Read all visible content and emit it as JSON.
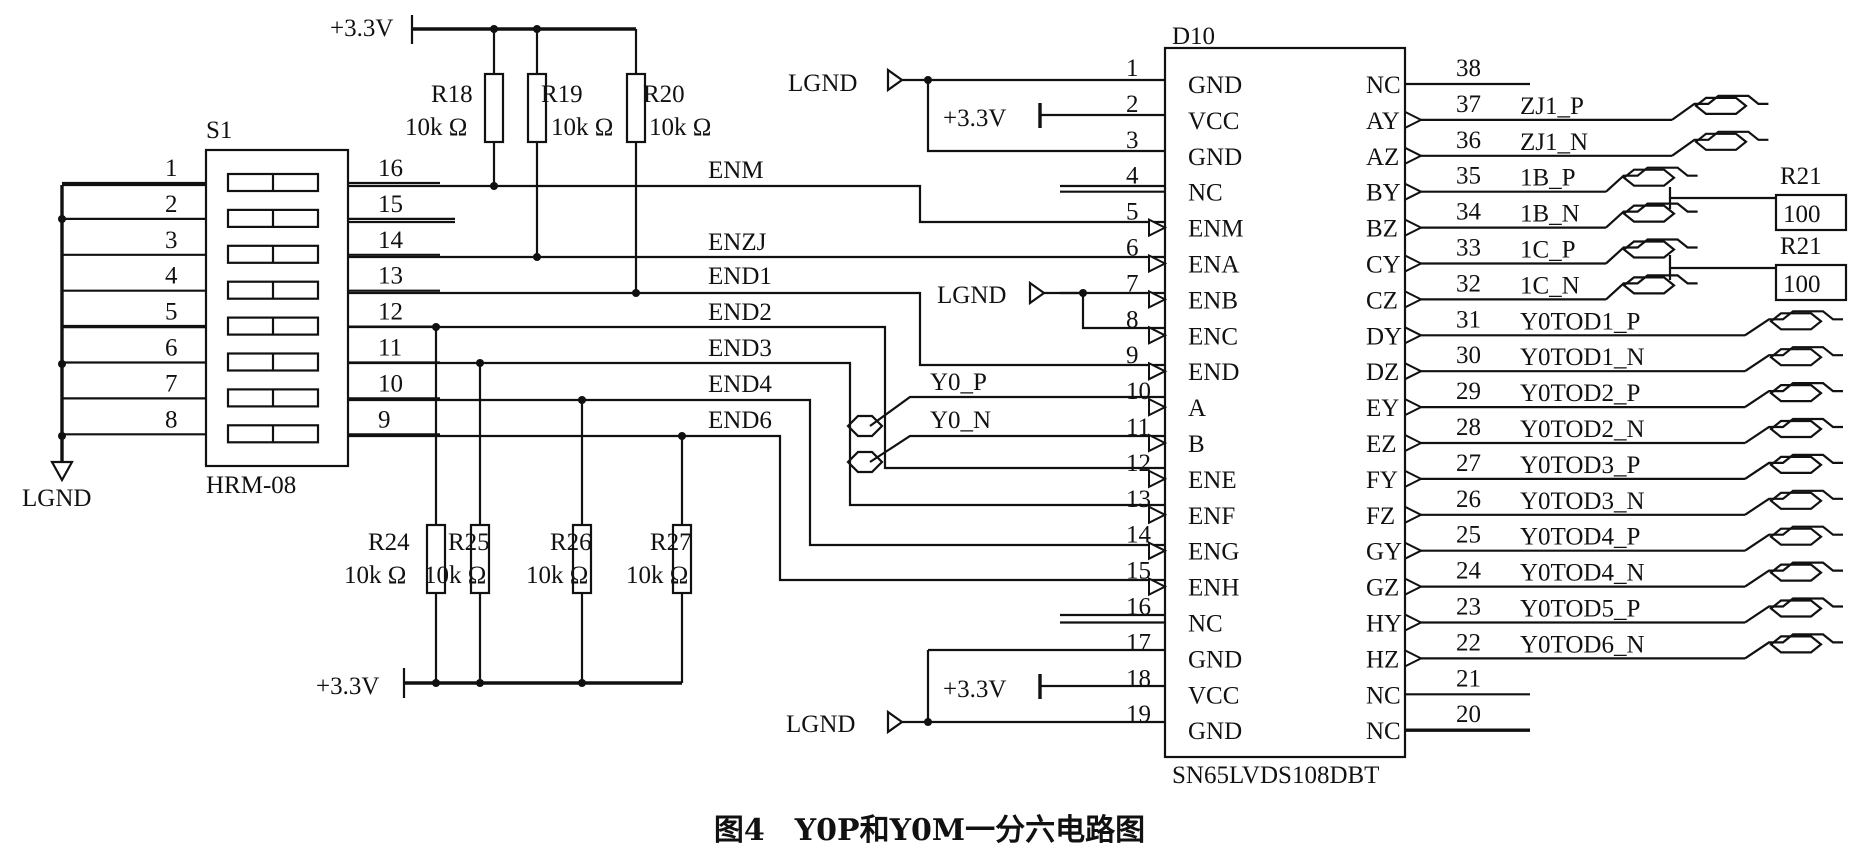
{
  "caption": "图4　Y0P和Y0M一分六电路图",
  "ground_label": "LGND",
  "supply_label": "+3.3V",
  "switch": {
    "ref": "S1",
    "part": "HRM-08",
    "corner_mark": "1",
    "left_pins": [
      "1",
      "2",
      "3",
      "4",
      "5",
      "6",
      "7",
      "8"
    ],
    "right_pins": [
      "16",
      "15",
      "14",
      "13",
      "12",
      "11",
      "10",
      "9"
    ]
  },
  "pullups": [
    {
      "ref": "R18",
      "value": "10k Ω"
    },
    {
      "ref": "R19",
      "value": "10k Ω"
    },
    {
      "ref": "R20",
      "value": "10k Ω"
    }
  ],
  "pulldowns": [
    {
      "ref": "R24",
      "value": "10k Ω"
    },
    {
      "ref": "R25",
      "value": "10k Ω"
    },
    {
      "ref": "R26",
      "value": "10k Ω"
    },
    {
      "ref": "R27",
      "value": "10k Ω"
    }
  ],
  "enable_nets": [
    "ENM",
    "ENZJ",
    "END1",
    "END2",
    "END3",
    "END4",
    "END6"
  ],
  "input_nets": [
    "Y0_P",
    "Y0_N"
  ],
  "chip": {
    "ref": "D10",
    "part": "SN65LVDS108DBT",
    "left_pins": [
      {
        "num": "1",
        "name": "GND"
      },
      {
        "num": "2",
        "name": "VCC"
      },
      {
        "num": "3",
        "name": "GND"
      },
      {
        "num": "4",
        "name": "NC"
      },
      {
        "num": "5",
        "name": "ENM"
      },
      {
        "num": "6",
        "name": "ENA"
      },
      {
        "num": "7",
        "name": "ENB"
      },
      {
        "num": "8",
        "name": "ENC"
      },
      {
        "num": "9",
        "name": "END"
      },
      {
        "num": "10",
        "name": "A"
      },
      {
        "num": "11",
        "name": "B"
      },
      {
        "num": "12",
        "name": "ENE"
      },
      {
        "num": "13",
        "name": "ENF"
      },
      {
        "num": "14",
        "name": "ENG"
      },
      {
        "num": "15",
        "name": "ENH"
      },
      {
        "num": "16",
        "name": "NC"
      },
      {
        "num": "17",
        "name": "GND"
      },
      {
        "num": "18",
        "name": "VCC"
      },
      {
        "num": "19",
        "name": "GND"
      }
    ],
    "right_pins": [
      {
        "num": "38",
        "name": "NC",
        "net": ""
      },
      {
        "num": "37",
        "name": "AY",
        "net": "ZJ1_P"
      },
      {
        "num": "36",
        "name": "AZ",
        "net": "ZJ1_N"
      },
      {
        "num": "35",
        "name": "BY",
        "net": "1B_P"
      },
      {
        "num": "34",
        "name": "BZ",
        "net": "1B_N"
      },
      {
        "num": "33",
        "name": "CY",
        "net": "1C_P"
      },
      {
        "num": "32",
        "name": "CZ",
        "net": "1C_N"
      },
      {
        "num": "31",
        "name": "DY",
        "net": "Y0TOD1_P"
      },
      {
        "num": "30",
        "name": "DZ",
        "net": "Y0TOD1_N"
      },
      {
        "num": "29",
        "name": "EY",
        "net": "Y0TOD2_P"
      },
      {
        "num": "28",
        "name": "EZ",
        "net": "Y0TOD2_N"
      },
      {
        "num": "27",
        "name": "FY",
        "net": "Y0TOD3_P"
      },
      {
        "num": "26",
        "name": "FZ",
        "net": "Y0TOD3_N"
      },
      {
        "num": "25",
        "name": "GY",
        "net": "Y0TOD4_P"
      },
      {
        "num": "24",
        "name": "GZ",
        "net": "Y0TOD4_N"
      },
      {
        "num": "23",
        "name": "HY",
        "net": "Y0TOD5_P"
      },
      {
        "num": "22",
        "name": "HZ",
        "net": "Y0TOD6_N"
      },
      {
        "num": "21",
        "name": "NC",
        "net": ""
      },
      {
        "num": "20",
        "name": "NC",
        "net": ""
      }
    ]
  },
  "terminations": [
    {
      "ref": "R21",
      "value": "100"
    },
    {
      "ref": "R21",
      "value": "100"
    }
  ]
}
